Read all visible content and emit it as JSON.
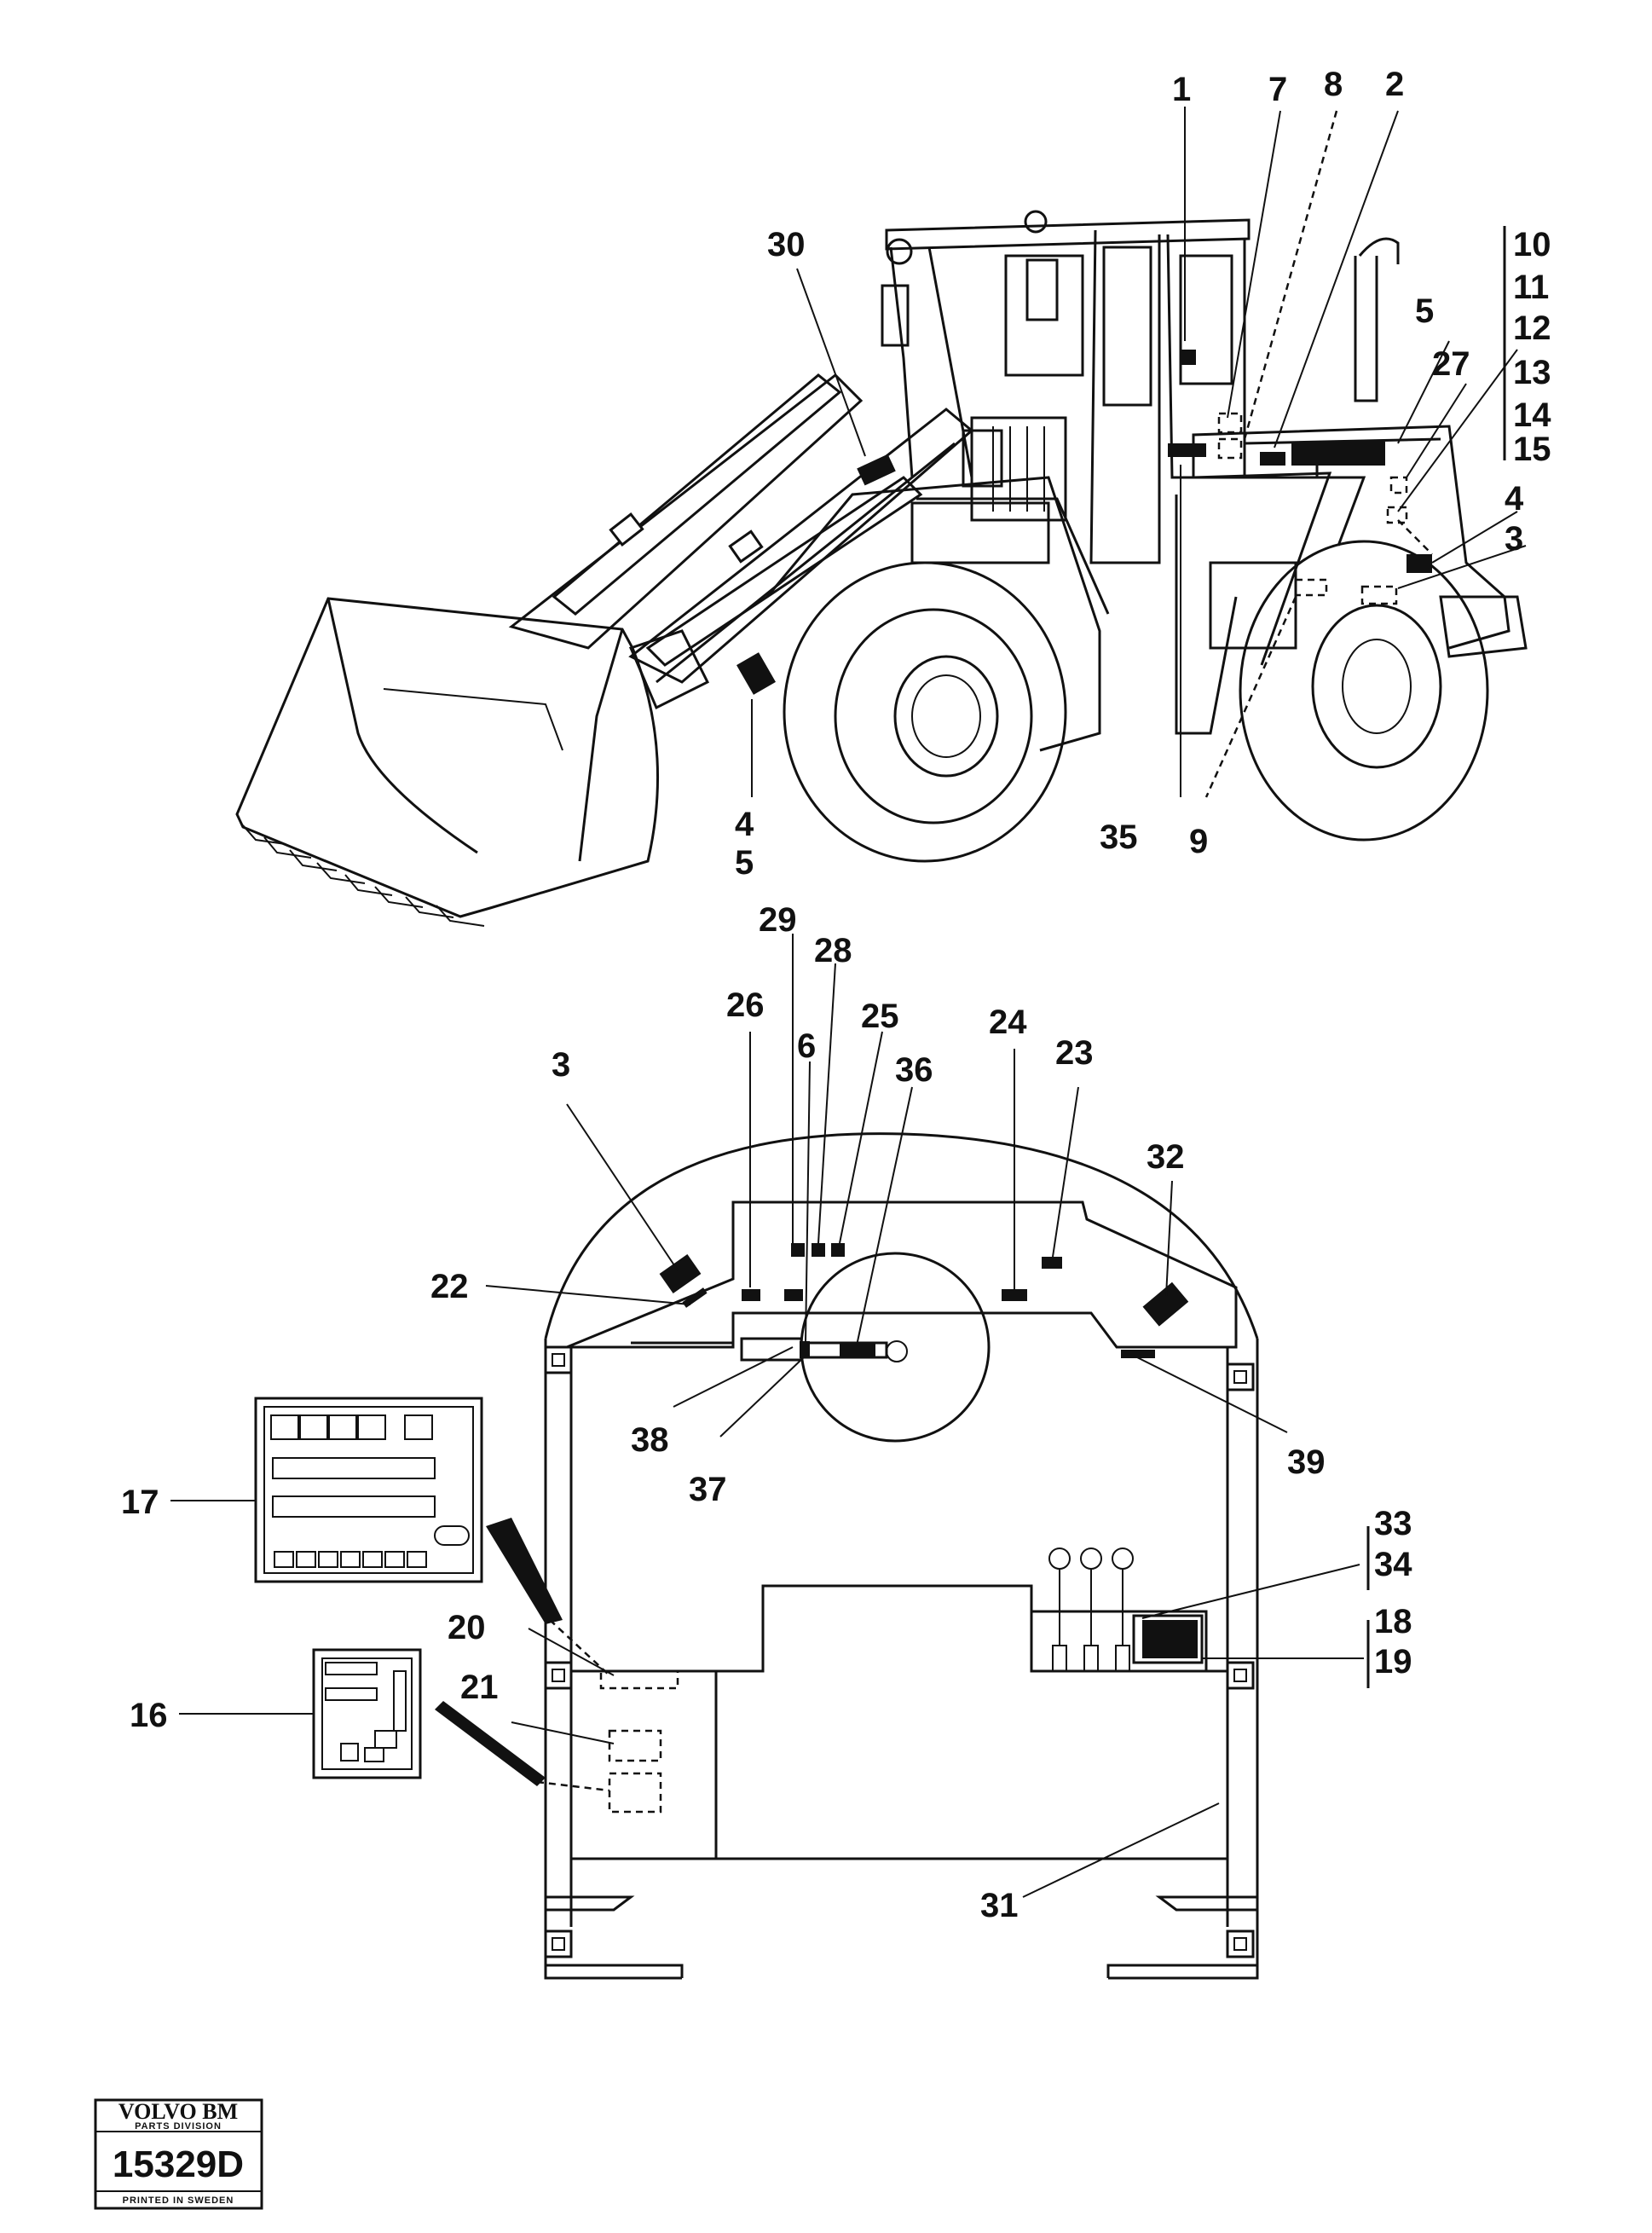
{
  "callouts": {
    "c1": "1",
    "c7": "7",
    "c8": "8",
    "c2": "2",
    "c10": "10",
    "c11": "11",
    "c12": "12",
    "c13": "13",
    "c14": "14",
    "c15": "15",
    "c30": "30",
    "c5a": "5",
    "c27": "27",
    "c4a": "4",
    "c3a": "3",
    "c4b": "4",
    "c5b": "5",
    "c35": "35",
    "c9": "9",
    "c29": "29",
    "c28": "28",
    "c26": "26",
    "c25": "25",
    "c6": "6",
    "c36": "36",
    "c24": "24",
    "c23": "23",
    "c3b": "3",
    "c32": "32",
    "c22": "22",
    "c38": "38",
    "c37": "37",
    "c39": "39",
    "c17": "17",
    "c33": "33",
    "c34": "34",
    "c18": "18",
    "c19": "19",
    "c20": "20",
    "c21": "21",
    "c16": "16",
    "c31": "31"
  },
  "stamp": {
    "brand": "VOLVO BM",
    "division": "PARTS DIVISION",
    "number": "15329D",
    "printed": "PRINTED IN SWEDEN"
  }
}
